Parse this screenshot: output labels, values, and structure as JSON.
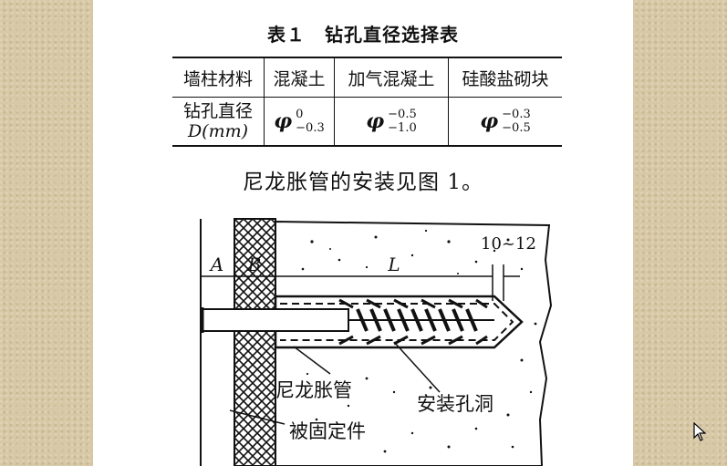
{
  "table": {
    "title": "表１　钻孔直径选择表",
    "header": [
      "墙柱材料",
      "混凝土",
      "加气混凝土",
      "硅酸盐砌块"
    ],
    "row_label_line1": "钻孔直径",
    "row_label_line2": "D(mm)",
    "symbol": "φ",
    "cells": [
      {
        "upper": "0",
        "lower": "−0.3"
      },
      {
        "upper": "−0.5",
        "lower": "−1.0"
      },
      {
        "upper": "−0.3",
        "lower": "−0.5"
      }
    ]
  },
  "caption": "尼龙胀管的安装见图 1。",
  "figure": {
    "dim_a": "A",
    "dim_b": "B",
    "dim_l": "L",
    "dim_gap": "10~12",
    "label_anchor": "尼龙胀管",
    "label_hole": "安装孔洞",
    "label_part": "被固定件"
  }
}
